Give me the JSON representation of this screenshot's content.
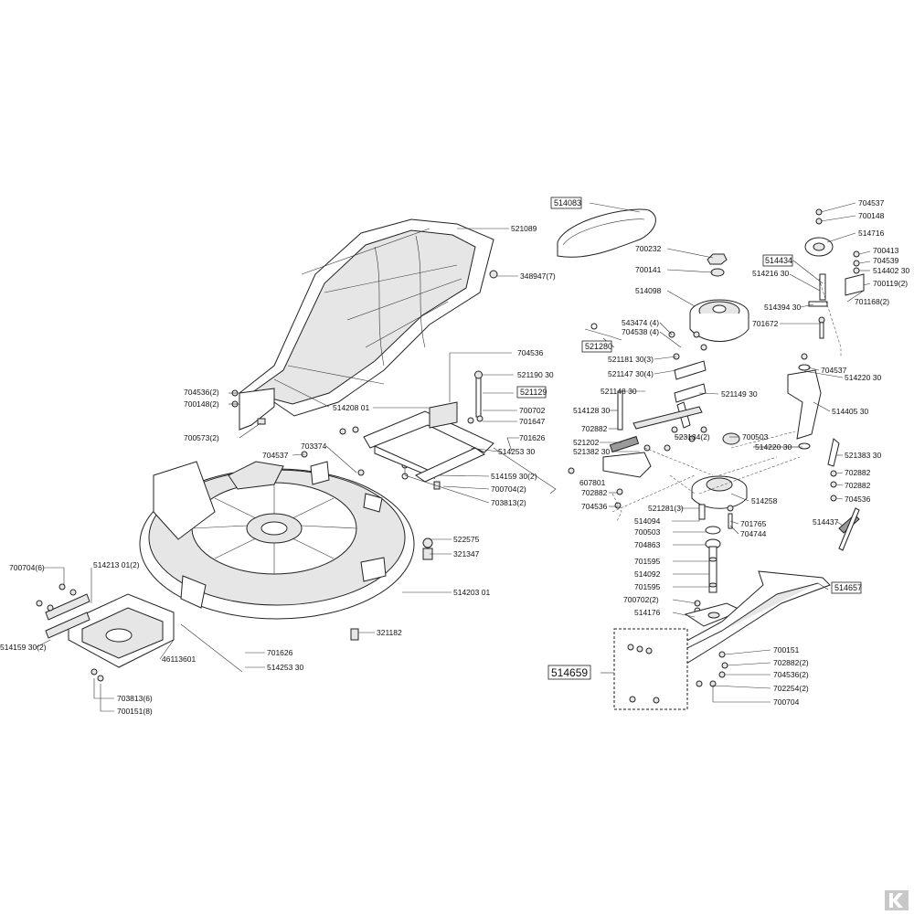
{
  "diagram": {
    "labels": {
      "l514083": "514083",
      "l521089": "521089",
      "l348947": "348947(7)",
      "l704536_2": "704536(2)",
      "l700148_2": "700148(2)",
      "l700573_2": "700573(2)",
      "l704537a": "704537",
      "l703374": "703374",
      "l704536a": "704536",
      "l521190": "521190 30",
      "l521129": "521129",
      "l514208": "514208 01",
      "l700702": "700702",
      "l701647": "701647",
      "l701626a": "701626",
      "l514253a": "514253 30",
      "l514159_2b": "514159 30(2)",
      "l700704_2": "700704(2)",
      "l703813_2": "703813(2)",
      "l522575": "522575",
      "l321347": "321347",
      "l514203": "514203 01",
      "l321182": "321182",
      "l700704_6": "700704(6)",
      "l514213": "514213 01(2)",
      "l514159_2a": "514159 30(2)",
      "l46113601": "46113601",
      "l703813_6": "703813(6)",
      "l700151_8": "700151(8)",
      "l701626b": "701626",
      "l514253b": "514253 30",
      "l700232": "700232",
      "l700141": "700141",
      "l514098": "514098",
      "l543474": "543474 (4)",
      "l704538": "704538 (4)",
      "l521280": "521280",
      "l521181": "521181 30(3)",
      "l521147": "521147 30(4)",
      "l521148": "521148 30",
      "l521149": "521149 30",
      "l514128": "514128 30",
      "l702882a": "702882",
      "l521202": "521202",
      "l521382": "521382 30",
      "l607801": "607801",
      "l702882b": "702882",
      "l704536b": "704536",
      "l523134": "523134(2)",
      "l700503a": "700503",
      "l514220a": "514220 30",
      "l514258": "514258",
      "l521281": "521281(3)",
      "l514094": "514094",
      "l700503b": "700503",
      "l704863": "704863",
      "l701765": "701765",
      "l704744": "704744",
      "l701595a": "701595",
      "l514092": "514092",
      "l701595b": "701595",
      "l700702_2": "700702(2)",
      "l514176": "514176",
      "l514657": "514657",
      "l514659": "514659",
      "l700151": "700151",
      "l702882_2": "702882(2)",
      "l704536_2b": "704536(2)",
      "l702254_2": "702254(2)",
      "l700704": "700704",
      "l704537b": "704537",
      "l700148": "700148",
      "l514716": "514716",
      "l700413": "700413",
      "l704539": "704539",
      "l514402": "514402 30",
      "l700119": "700119(2)",
      "l514434": "514434",
      "l514216": "514216 30",
      "l514394": "514394 30",
      "l701168": "701168(2)",
      "l701672": "701672",
      "l704537c": "704537",
      "l514220b": "514220 30",
      "l514405": "514405 30",
      "l521383": "521383 30",
      "l702882c": "702882",
      "l702882d": "702882",
      "l704536c": "704536",
      "l514437": "514437"
    }
  }
}
